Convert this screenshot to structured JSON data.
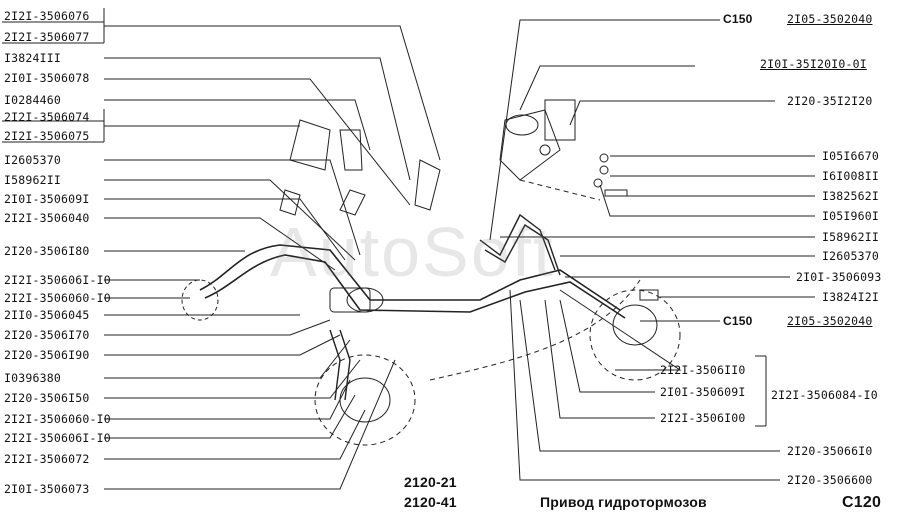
{
  "labels_left": [
    "2I2I-3506076",
    "2I2I-3506077",
    "I3824III",
    "2I0I-3506078",
    "I0284460",
    "2I2I-3506074",
    "2I2I-3506075",
    "I2605370",
    "I58962II",
    "2I0I-350609I",
    "2I2I-3506040",
    "2I20-3506I80",
    "2I2I-350606I-I0",
    "2I2I-3506060-I0",
    "2II0-3506045",
    "2I20-3506I70",
    "2I20-3506I90",
    "I0396380",
    "2I20-3506I50",
    "2I2I-3506060-I0",
    "2I2I-350606I-I0",
    "2I2I-3506072",
    "2I0I-3506073"
  ],
  "labels_right": [
    "2I05-3502040",
    "2I0I-35I20I0-0I",
    "2I20-35I2I20",
    "I05I6670",
    "I6I008II",
    "I382562I",
    "I05I960I",
    "I58962II",
    "I2605370",
    "2I0I-3506093",
    "I3824I2I",
    "2I05-3502040",
    "2I2I-3506II0",
    "2I0I-350609I",
    "2I2I-3506084-I0",
    "2I2I-3506I00",
    "2I20-35066I0",
    "2I20-3506600"
  ],
  "c150_top": "C150",
  "c150_mid": "C150",
  "models": [
    "2120-21",
    "2120-41"
  ],
  "caption": "Привод гидротормозов",
  "page_code": "C120",
  "watermark": "AutoSoft"
}
